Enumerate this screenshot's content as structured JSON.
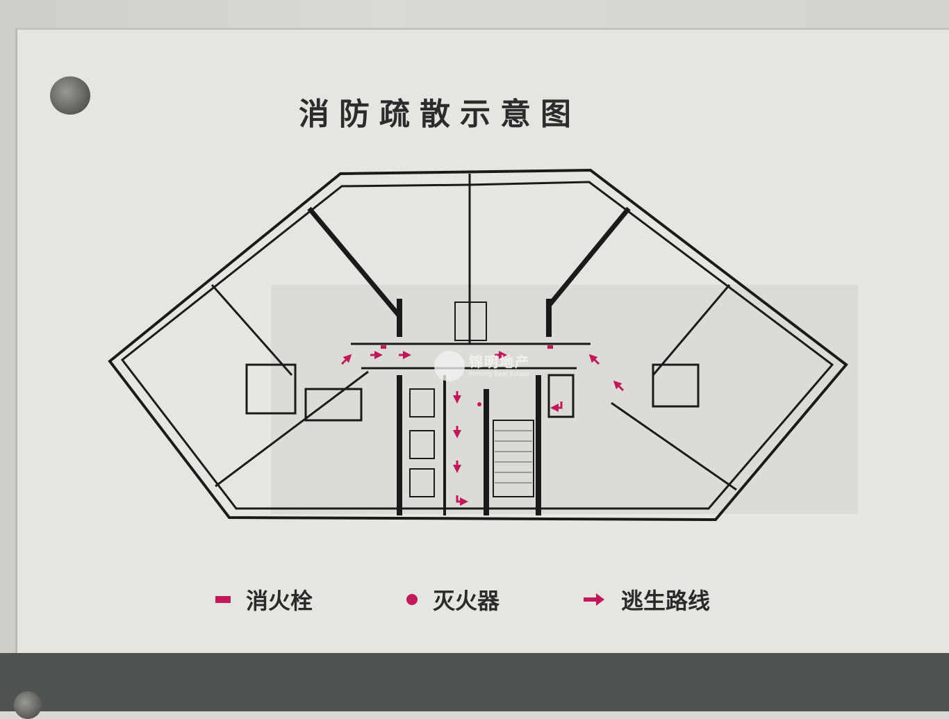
{
  "title": "消防疏散示意图",
  "legend": [
    {
      "label": "消火栓",
      "icon": "fire-hydrant-square",
      "color": "#c0185a"
    },
    {
      "label": "灭火器",
      "icon": "extinguisher-dot",
      "color": "#c0185a"
    },
    {
      "label": "逃生路线",
      "icon": "escape-arrow",
      "color": "#c0185a"
    }
  ],
  "watermark": {
    "cn": "锦明地产",
    "en": "Jinming Real Estate"
  },
  "colors": {
    "route": "#c0185a",
    "walls": "#1a1a1a",
    "sign": "#e6e5df"
  }
}
